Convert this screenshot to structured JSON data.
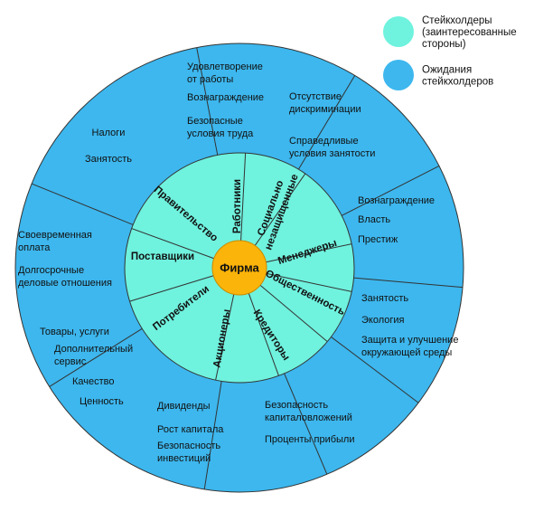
{
  "colors": {
    "outer_ring": "#3db7ee",
    "inner_ring": "#6ff2de",
    "center": "#fbb40a",
    "lines": "#333333"
  },
  "legend": [
    {
      "label_lines": [
        "Стейкхолдеры",
        "(заинтересованные",
        "стороны)"
      ],
      "color": "#6ff2de"
    },
    {
      "label_lines": [
        "Ожидания",
        "стейкхолдеров"
      ],
      "color": "#3db7ee"
    }
  ],
  "center_label": "Фирма",
  "stakeholders": [
    "Работники",
    "Социально незащищенные",
    "Менеджеры",
    "Общественность",
    "Кредиторы",
    "Акционеры",
    "Потребители",
    "Поставщики",
    "Правительство"
  ],
  "expectations": [
    {
      "stakeholder": "Работники",
      "items": [
        [
          "Удовлетворение",
          "от работы"
        ],
        [
          "Вознаграждение"
        ],
        [
          "Безопасные",
          "условия труда"
        ]
      ]
    },
    {
      "stakeholder": "Социально незащищенные",
      "items": [
        [
          "Отсутствие",
          "дискриминации"
        ],
        [
          "Справедливые",
          "условия занятости"
        ]
      ]
    },
    {
      "stakeholder": "Менеджеры",
      "items": [
        [
          "Вознаграждение"
        ],
        [
          "Власть"
        ],
        [
          "Престиж"
        ]
      ]
    },
    {
      "stakeholder": "Общественность",
      "items": [
        [
          "Занятость"
        ],
        [
          "Экология"
        ],
        [
          "Защита и улучшение",
          "окружающей среды"
        ]
      ]
    },
    {
      "stakeholder": "Кредиторы",
      "items": [
        [
          "Безопасность",
          "капиталовложений"
        ],
        [
          "Проценты прибыли"
        ]
      ]
    },
    {
      "stakeholder": "Акционеры",
      "items": [
        [
          "Дивиденды"
        ],
        [
          "Рост капитала"
        ],
        [
          "Безопасность",
          "инвестиций"
        ]
      ]
    },
    {
      "stakeholder": "Потребители",
      "items": [
        [
          "Товары, услуги"
        ],
        [
          "Дополнительный",
          "сервис"
        ],
        [
          "Качество"
        ],
        [
          "Ценность"
        ]
      ]
    },
    {
      "stakeholder": "Поставщики",
      "items": [
        [
          "Своевременная",
          "оплата"
        ],
        [
          "Долгосрочные",
          "деловые отношения"
        ]
      ]
    },
    {
      "stakeholder": "Правительство",
      "items": [
        [
          "Налоги"
        ],
        [
          "Занятость"
        ]
      ]
    }
  ]
}
